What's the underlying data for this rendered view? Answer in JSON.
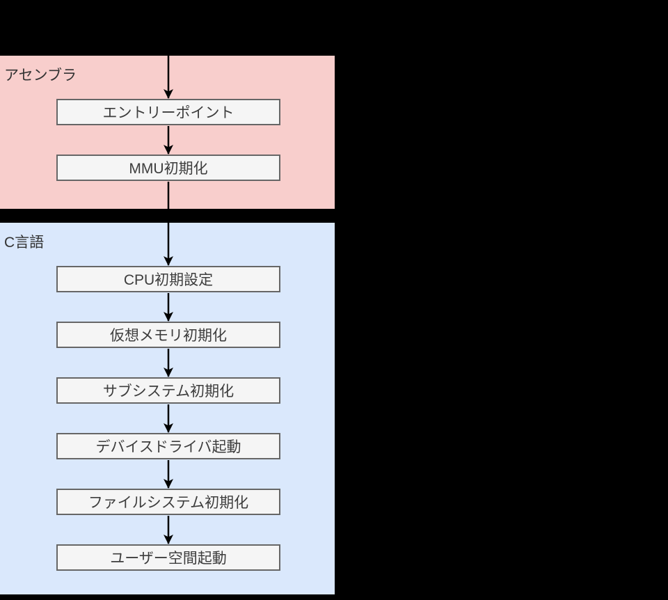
{
  "diagram": {
    "type": "flowchart",
    "background_color": "#000000",
    "arrow_color": "#000000",
    "node_style": {
      "fill": "#f5f5f5",
      "border": "#666666",
      "text_color": "#3d3d3d"
    },
    "regions": [
      {
        "label": "アセンブラ",
        "fill": "#f8cecc",
        "steps": [
          {
            "label": "エントリーポイント"
          },
          {
            "label": "MMU初期化"
          }
        ]
      },
      {
        "label": "C言語",
        "fill": "#dae8fc",
        "steps": [
          {
            "label": "CPU初期設定"
          },
          {
            "label": "仮想メモリ初期化"
          },
          {
            "label": "サブシステム初期化"
          },
          {
            "label": "デバイスドライバ起動"
          },
          {
            "label": "ファイルシステム初期化"
          },
          {
            "label": "ユーザー空間起動"
          }
        ]
      }
    ]
  }
}
